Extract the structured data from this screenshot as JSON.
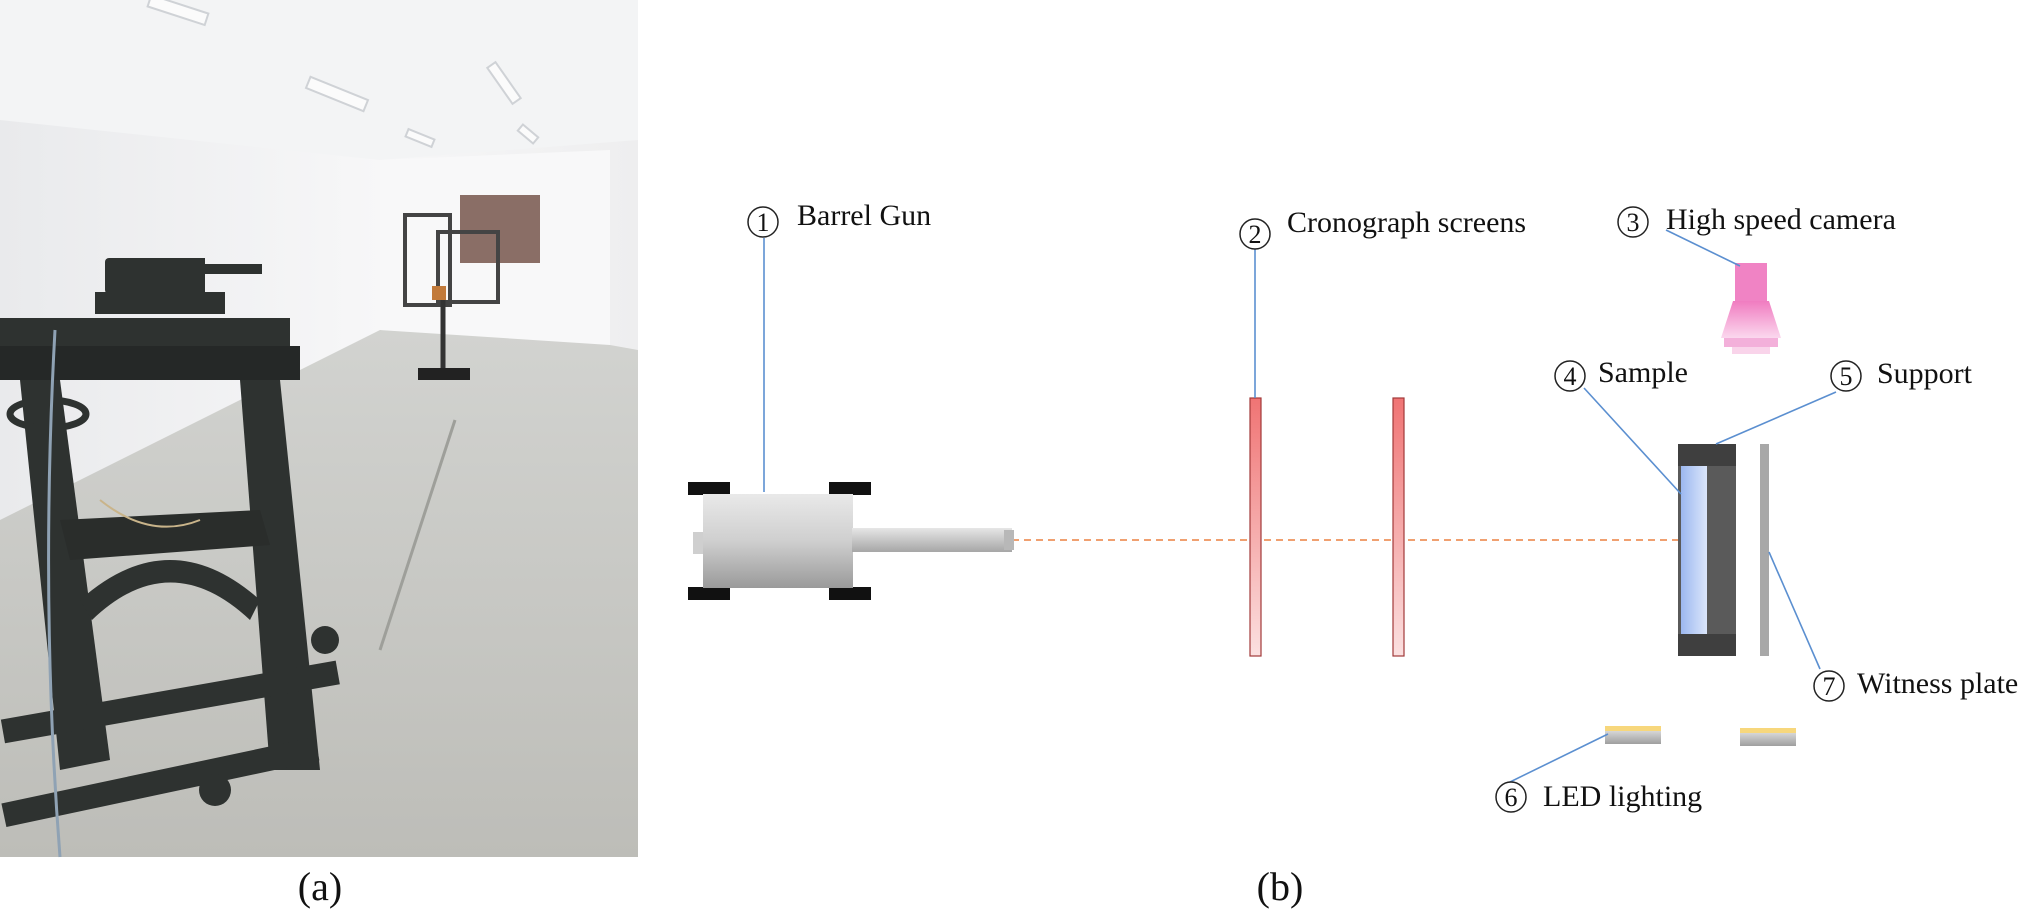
{
  "panel_a": {
    "caption": "(a)"
  },
  "panel_b": {
    "caption": "(b)",
    "components": [
      {
        "number": "1",
        "label": "Barrel Gun"
      },
      {
        "number": "2",
        "label": "Cronograph screens"
      },
      {
        "number": "3",
        "label": "High speed camera"
      },
      {
        "number": "4",
        "label": "Sample"
      },
      {
        "number": "5",
        "label": "Support"
      },
      {
        "number": "6",
        "label": "LED lighting"
      },
      {
        "number": "7",
        "label": "Witness plate"
      }
    ]
  },
  "colors": {
    "leader_line": "#5b8fd0",
    "trajectory": "#f0a070",
    "screen": "#f07878",
    "camera": "#f090c8",
    "sample": "#a8c0f0",
    "support": "#555555",
    "witness_plate": "#a8a8a8",
    "led_top": "#f7d77c"
  }
}
